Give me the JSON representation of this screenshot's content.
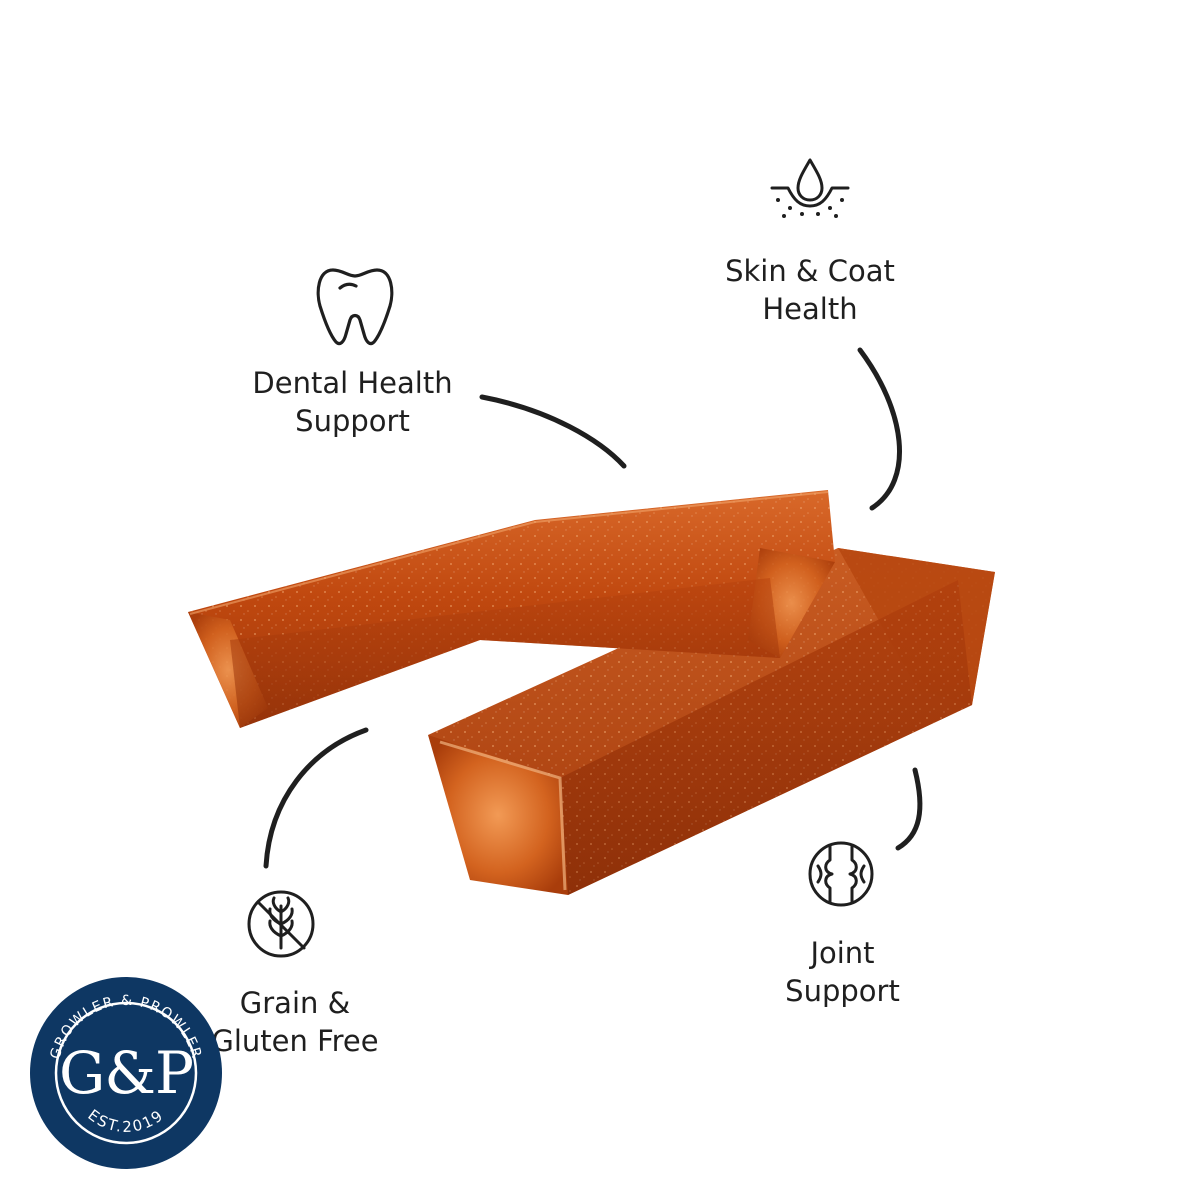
{
  "features": [
    {
      "id": "skin-coat",
      "icon": "skin-droplet-icon",
      "lines": [
        "Skin & Coat",
        "Health"
      ]
    },
    {
      "id": "dental",
      "icon": "tooth-icon",
      "lines": [
        "Dental Health",
        "Support"
      ]
    },
    {
      "id": "joint",
      "icon": "joint-icon",
      "lines": [
        "Joint",
        "Support"
      ]
    },
    {
      "id": "grain",
      "icon": "no-grain-icon",
      "lines": [
        "Grain &",
        "Gluten Free"
      ]
    }
  ],
  "badge": {
    "arc_top": "GROWLER & PROWLER",
    "monogram": "G&P",
    "arc_bottom": "EST.2019",
    "colors": {
      "fill": "#0e3763",
      "ring": "#ffffff",
      "text": "#ffffff"
    }
  },
  "colors": {
    "chew_dark": "#a93d0b",
    "chew_mid": "#c85012",
    "chew_light": "#e07a33",
    "line": "#1f1f1f",
    "background": "#ffffff"
  }
}
